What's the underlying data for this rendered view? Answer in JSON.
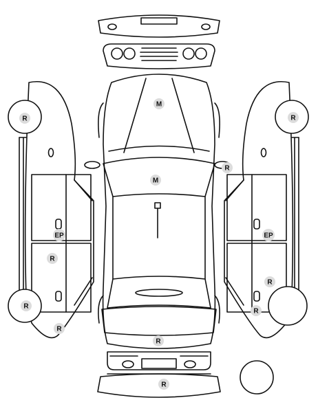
{
  "title": "",
  "colors": {
    "line": "#111111",
    "marker_bg": "#dcdcdc",
    "background": "#ffffff"
  },
  "markers": [
    {
      "id": "hood",
      "label": "M"
    },
    {
      "id": "windshield",
      "label": "M"
    },
    {
      "id": "right-mirror",
      "label": "R"
    },
    {
      "id": "left-front-wheel",
      "label": "R"
    },
    {
      "id": "right-front-wheel",
      "label": "R"
    },
    {
      "id": "left-door-handle",
      "label": "EP"
    },
    {
      "id": "left-rear-door",
      "label": "R"
    },
    {
      "id": "left-rear-wheel",
      "label": "R"
    },
    {
      "id": "left-rear-quarter",
      "label": "R"
    },
    {
      "id": "right-door-handle",
      "label": "EP"
    },
    {
      "id": "right-rear-door",
      "label": "R"
    },
    {
      "id": "right-rear-wheel",
      "label": "R"
    },
    {
      "id": "trunk",
      "label": "R"
    },
    {
      "id": "rear-bumper",
      "label": "R"
    }
  ]
}
